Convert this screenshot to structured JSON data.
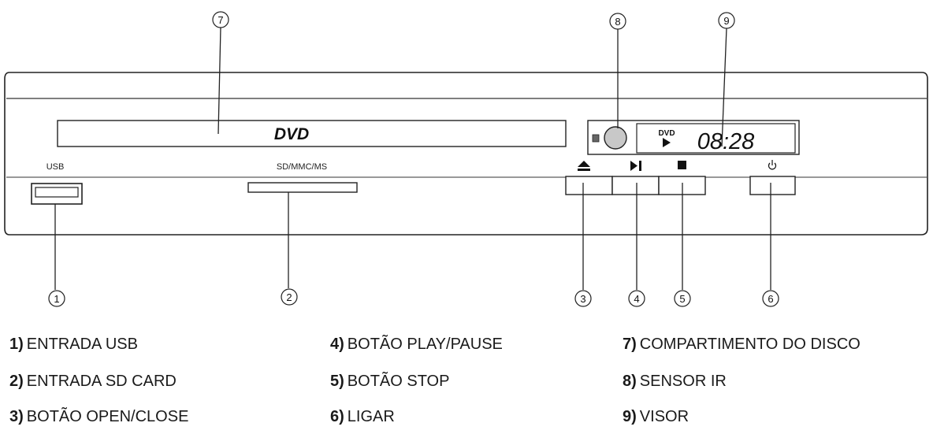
{
  "device": {
    "brand_mark": "DVD",
    "display": {
      "badge": "DVD",
      "time": "08:28"
    },
    "port_labels": {
      "usb": "USB",
      "card": "SD/MMC/MS"
    },
    "button_icons": [
      "eject-icon",
      "play-pause-icon",
      "stop-icon",
      "power-icon"
    ]
  },
  "callouts": [
    "1",
    "2",
    "3",
    "4",
    "5",
    "6",
    "7",
    "8",
    "9"
  ],
  "legend": [
    {
      "num": "1)",
      "text": "ENTRADA USB"
    },
    {
      "num": "2)",
      "text": "ENTRADA SD CARD"
    },
    {
      "num": "3)",
      "text": "BOTÃO OPEN/CLOSE"
    },
    {
      "num": "4)",
      "text": "BOTÃO PLAY/PAUSE"
    },
    {
      "num": "5)",
      "text": "BOTÃO STOP"
    },
    {
      "num": "6)",
      "text": "LIGAR"
    },
    {
      "num": "7)",
      "text": "COMPARTIMENTO DO DISCO"
    },
    {
      "num": "8)",
      "text": "SENSOR IR"
    },
    {
      "num": "9)",
      "text": "VISOR"
    }
  ]
}
